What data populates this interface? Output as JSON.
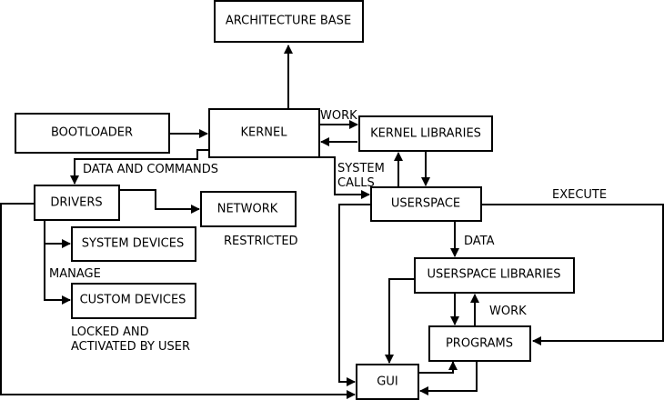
{
  "nodes": {
    "architecture_base": "ARCHITECTURE BASE",
    "bootloader": "BOOTLOADER",
    "kernel": "KERNEL",
    "kernel_libraries": "KERNEL LIBRARIES",
    "drivers": "DRIVERS",
    "network": "NETWORK",
    "userspace": "USERSPACE",
    "system_devices": "SYSTEM DEVICES",
    "custom_devices": "CUSTOM DEVICES",
    "userspace_libraries": "USERSPACE LIBRARIES",
    "programs": "PROGRAMS",
    "gui": "GUI"
  },
  "edge_labels": {
    "work_top": "WORK",
    "data_and_commands": "DATA AND COMMANDS",
    "system_calls_1": "SYSTEM",
    "system_calls_2": "CALLS",
    "execute": "EXECUTE",
    "restricted": "RESTRICTED",
    "data": "DATA",
    "manage": "MANAGE",
    "work_bottom": "WORK",
    "locked_1": "LOCKED AND",
    "locked_2": "ACTIVATED BY USER"
  }
}
